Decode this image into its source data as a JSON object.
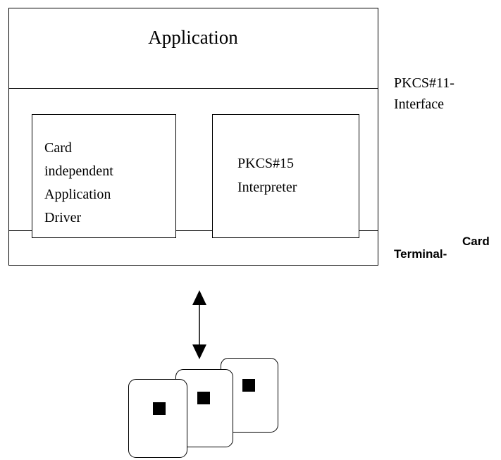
{
  "application": {
    "title": "Application"
  },
  "interface": {
    "line1": "PKCS#11-",
    "line2": "Interface"
  },
  "driver": {
    "line1": "Card",
    "line2": "independent",
    "line3": "Application",
    "line4": "Driver"
  },
  "interpreter": {
    "line1": "PKCS#15",
    "line2": "Interpreter"
  },
  "terminal": {
    "line1": "Card",
    "line2": "Terminal-"
  }
}
